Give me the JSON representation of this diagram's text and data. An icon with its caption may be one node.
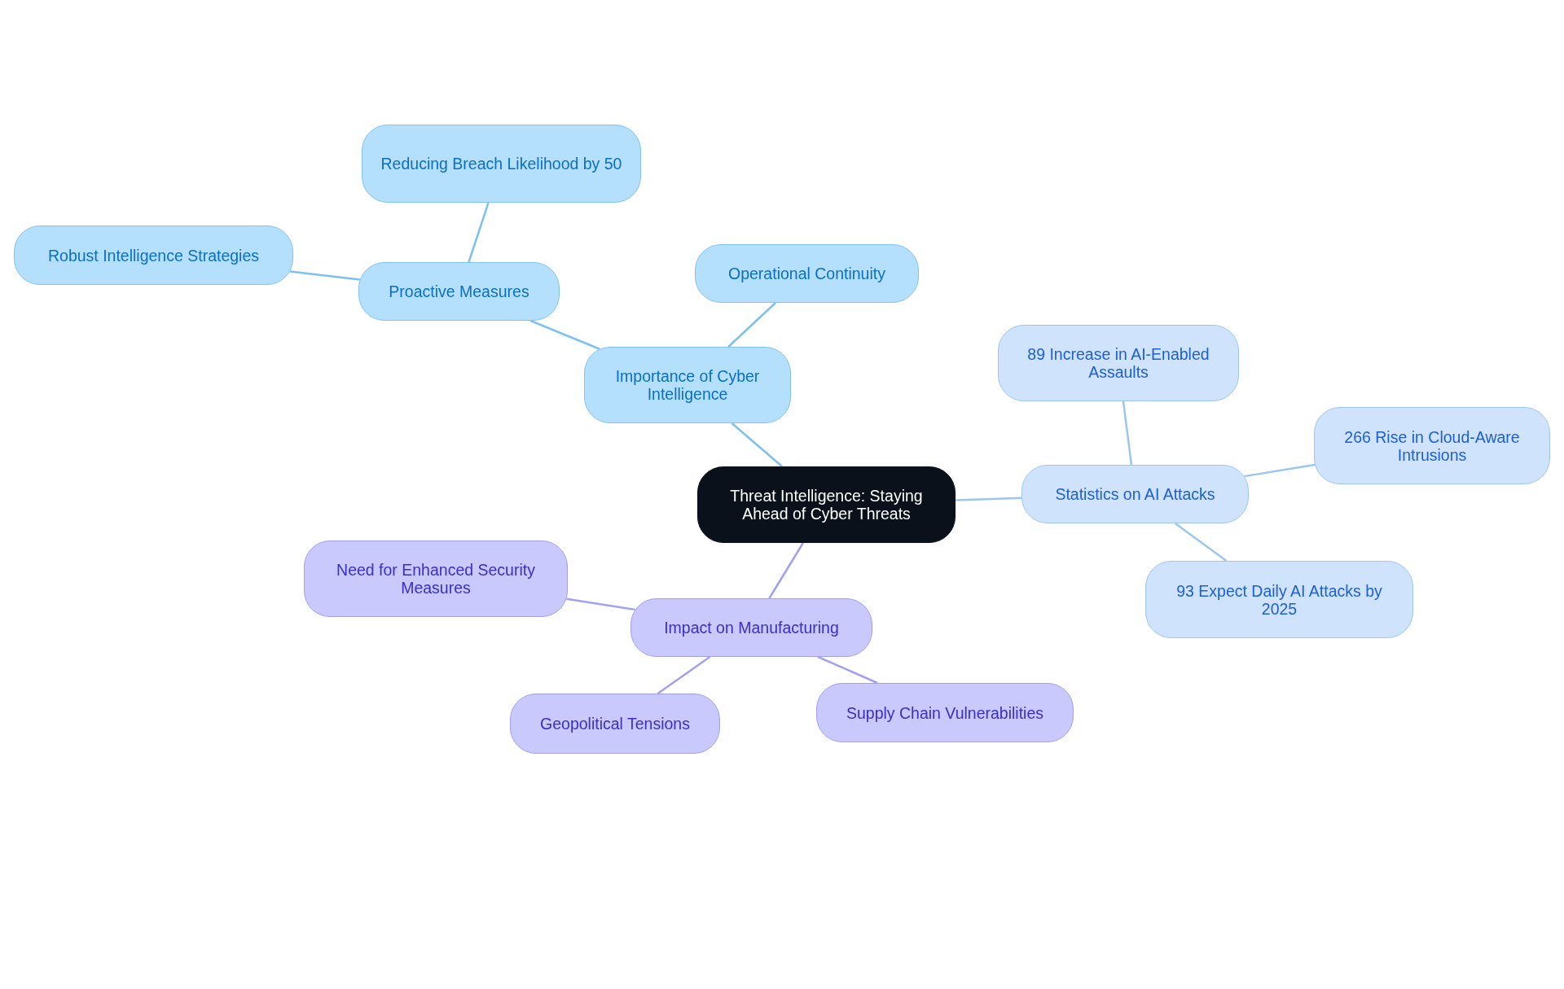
{
  "diagram": {
    "nodes": [
      {
        "text": [
          "Threat Intelligence: Staying Ahead of Cyber Threats"
        ]
      },
      {
        "text": [
          "Importance of Cyber Intelligence"
        ]
      },
      {
        "text": [
          "Proactive Measures"
        ]
      },
      {
        "text": [
          "Reducing Breach Likelihood by 50"
        ]
      },
      {
        "text": [
          "Robust Intelligence Strategies"
        ]
      },
      {
        "text": [
          "Operational Continuity"
        ]
      },
      {
        "text": [
          "Statistics on AI Attacks"
        ]
      },
      {
        "text": [
          "89 Increase in AI-Enabled Assaults"
        ]
      },
      {
        "text": [
          "266 Rise in Cloud-Aware Intrusions"
        ]
      },
      {
        "text": [
          "93 Expect Daily AI Attacks by 2025"
        ]
      },
      {
        "text": [
          "Impact on Manufacturing"
        ]
      },
      {
        "text": [
          "Need for Enhanced Security Measures"
        ]
      },
      {
        "text": [
          "Geopolitical Tensions"
        ]
      },
      {
        "text": [
          "Supply Chain Vulnerabilities"
        ]
      }
    ],
    "edges": [
      {
        "from": 0,
        "to": 1,
        "arrow": "none"
      },
      {
        "from": 1,
        "to": 2,
        "arrow": "none"
      },
      {
        "from": 2,
        "to": 3,
        "arrow": "none"
      },
      {
        "from": 2,
        "to": 4,
        "arrow": "none"
      },
      {
        "from": 1,
        "to": 5,
        "arrow": "none"
      },
      {
        "from": 0,
        "to": 6,
        "arrow": "none",
        "color": "#9cc6f0"
      },
      {
        "from": 6,
        "to": 7,
        "arrow": "none",
        "color": "#9cc6f0"
      },
      {
        "from": 6,
        "to": 8,
        "arrow": "none",
        "color": "#9cc6f0"
      },
      {
        "from": 6,
        "to": 9,
        "arrow": "none",
        "color": "#9cc6f0"
      },
      {
        "from": 0,
        "to": 10,
        "arrow": "none",
        "color": "#a3a0f2"
      },
      {
        "from": 10,
        "to": 11,
        "arrow": "none",
        "color": "#a3a0f2"
      },
      {
        "from": 10,
        "to": 12,
        "arrow": "none",
        "color": "#a3a0f2"
      },
      {
        "from": 10,
        "to": 13,
        "arrow": "none",
        "color": "#a3a0f2"
      }
    ]
  }
}
